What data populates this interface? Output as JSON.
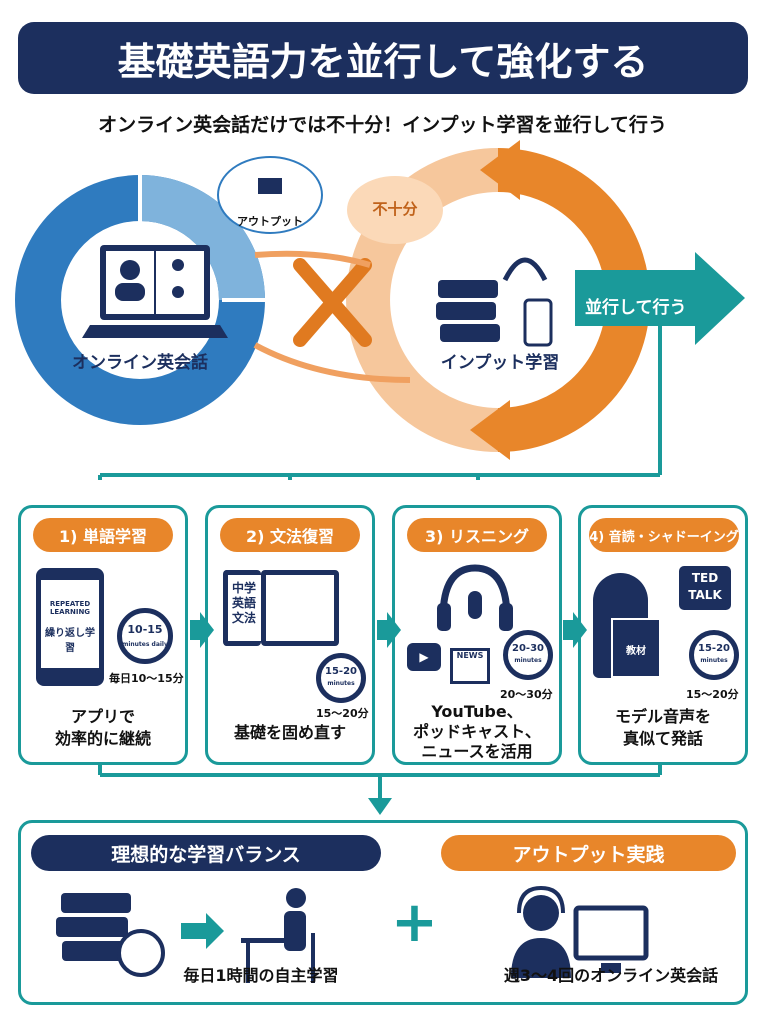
{
  "title": "基礎英語力を並行して強化する",
  "subtitle": "オンライン英会話だけでは不十分！インプット学習を並行して行う",
  "top": {
    "online_label": "オンライン英会話",
    "output_cloud": "アウトプット",
    "insufficient_cloud": "不十分",
    "input_label": "インプット学習",
    "parallel_arrow": "並行して行う"
  },
  "steps": [
    {
      "title": "1) 単語学習",
      "screen_en": "REPEATED LEARNING",
      "screen_jp": "繰り返し学習",
      "timer": "10-15",
      "timer_unit": "minutes daily",
      "time": "毎日10～15分",
      "desc1": "アプリで",
      "desc2": "効率的に継続"
    },
    {
      "title": "2) 文法復習",
      "book": "中学英語文法",
      "timer": "15-20",
      "timer_unit": "minutes",
      "time": "15～20分",
      "desc1": "基礎を固め直す",
      "desc2": ""
    },
    {
      "title": "3) リスニング",
      "news": "NEWS",
      "timer": "20-30",
      "timer_unit": "minutes",
      "time": "20～30分",
      "desc1": "YouTube、",
      "desc2": "ポッドキャスト、",
      "desc3": "ニュースを活用"
    },
    {
      "title": "4) 音読・シャドーイング",
      "bubble": "TED TALK",
      "book": "教材",
      "timer": "15-20",
      "timer_unit": "minutes",
      "time": "15～20分",
      "desc1": "モデル音声を",
      "desc2": "真似て発話"
    }
  ],
  "bottom": {
    "balance_title": "理想的な学習バランス",
    "output_title": "アウトプット実践",
    "self_study": "毎日1時間の自主学習",
    "online": "週3～4回のオンライン英会話",
    "plus": "+"
  },
  "colors": {
    "navy": "#1c2f5e",
    "blue": "#2f7bbf",
    "light_blue": "#7fb3dc",
    "orange": "#e8862a",
    "light_orange": "#f6c79c",
    "teal": "#1a9a9a"
  }
}
